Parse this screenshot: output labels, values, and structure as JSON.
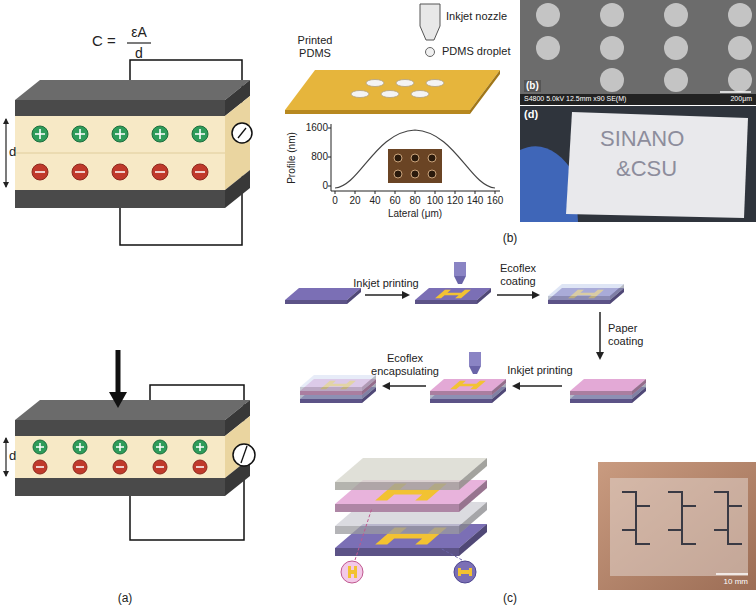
{
  "diagram": {
    "labels": [
      "C =",
      "εA",
      "d",
      "d",
      "d",
      "(a)",
      "Inkjet nozzle",
      "PDMS droplet",
      "Printed PDMS",
      "Profile (nm)",
      "1600",
      "800",
      "0",
      "0",
      "20",
      "40",
      "60",
      "80",
      "100",
      "120",
      "140",
      "160",
      "Lateral (μm)",
      "(b)",
      "S4800 5.0kV 12.5mm x90 SE(M)",
      "200μm",
      "(d)",
      "SINANO",
      "&CSU",
      "(b)",
      "Inkjet printing",
      "Ecoflex coating",
      "Paper coating",
      "Inkjet printing",
      "Ecoflex encapsulating",
      "10 mm",
      "(c)"
    ]
  }
}
